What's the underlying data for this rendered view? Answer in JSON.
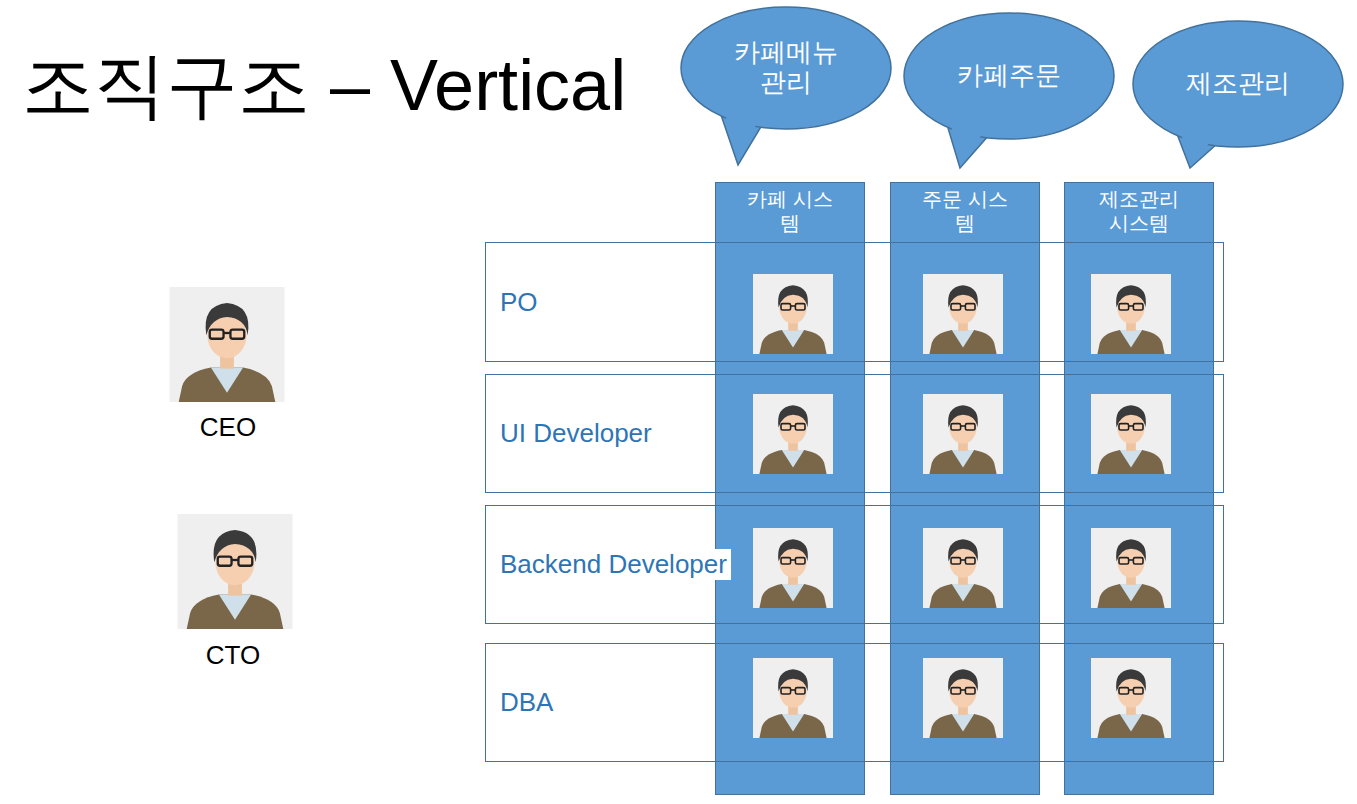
{
  "diagram": {
    "title": "조직구조 – Vertical",
    "nodes": [
      {
        "text": [
          "카페메뉴 관리"
        ]
      },
      {
        "text": [
          "카페주문"
        ]
      },
      {
        "text": [
          "제조관리"
        ]
      },
      {
        "text": [
          "카페 시스템"
        ]
      },
      {
        "text": [
          "주문 시스템"
        ]
      },
      {
        "text": [
          "제조관리 시스템"
        ]
      },
      {
        "text": [
          "PO"
        ]
      },
      {
        "text": [
          "UI Developer"
        ]
      },
      {
        "text": [
          "Backend Developer"
        ]
      },
      {
        "text": [
          "DBA"
        ]
      }
    ],
    "labels": [
      "CEO",
      "CTO"
    ]
  }
}
